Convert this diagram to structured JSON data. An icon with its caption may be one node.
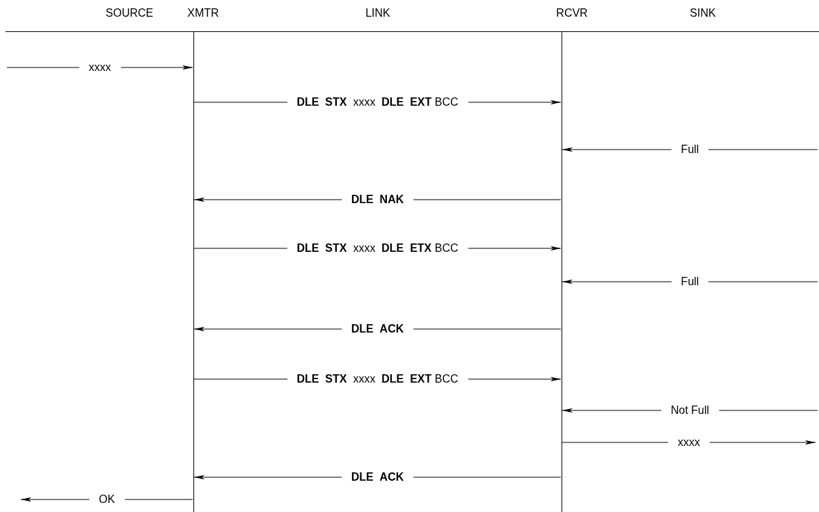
{
  "diagram": {
    "nodes": [
      {
        "text": [],
        "shape": "bar"
      },
      {
        "text": [],
        "shape": "bar"
      }
    ],
    "edges": [
      {
        "from": null,
        "to": 0,
        "arrow": "to",
        "label": "xxxx"
      },
      {
        "from": 0,
        "to": 1,
        "arrow": "to",
        "label": "**DLE**  **STX**  xxxx  **DLE**  **EXT** BCC"
      },
      {
        "from": null,
        "to": 1,
        "arrow": "to",
        "label": "Full"
      },
      {
        "from": 1,
        "to": 0,
        "arrow": "to",
        "label": "**DLE**  **NAK**"
      },
      {
        "from": 0,
        "to": 1,
        "arrow": "to",
        "label": "**DLE**  **STX**  xxxx  **DLE**  **ETX** BCC"
      },
      {
        "from": null,
        "to": 1,
        "arrow": "to",
        "label": "Full"
      },
      {
        "from": 1,
        "to": 0,
        "arrow": "to",
        "label": "**DLE**  **ACK**"
      },
      {
        "from": 0,
        "to": 1,
        "arrow": "to",
        "label": "**DLE**  **STX**  xxxx  **DLE**  **EXT** BCC"
      },
      {
        "from": null,
        "to": 1,
        "arrow": "to",
        "label": "Not Full"
      },
      {
        "from": 1,
        "to": null,
        "arrow": "to",
        "label": "xxxx"
      },
      {
        "from": 1,
        "to": 0,
        "arrow": "to",
        "label": "**DLE**  **ACK**"
      },
      {
        "from": 0,
        "to": null,
        "arrow": "to",
        "label": "OK"
      }
    ],
    "labels": [
      "SOURCE",
      "XMTR",
      "LINK",
      "RCVR",
      "SINK"
    ]
  }
}
